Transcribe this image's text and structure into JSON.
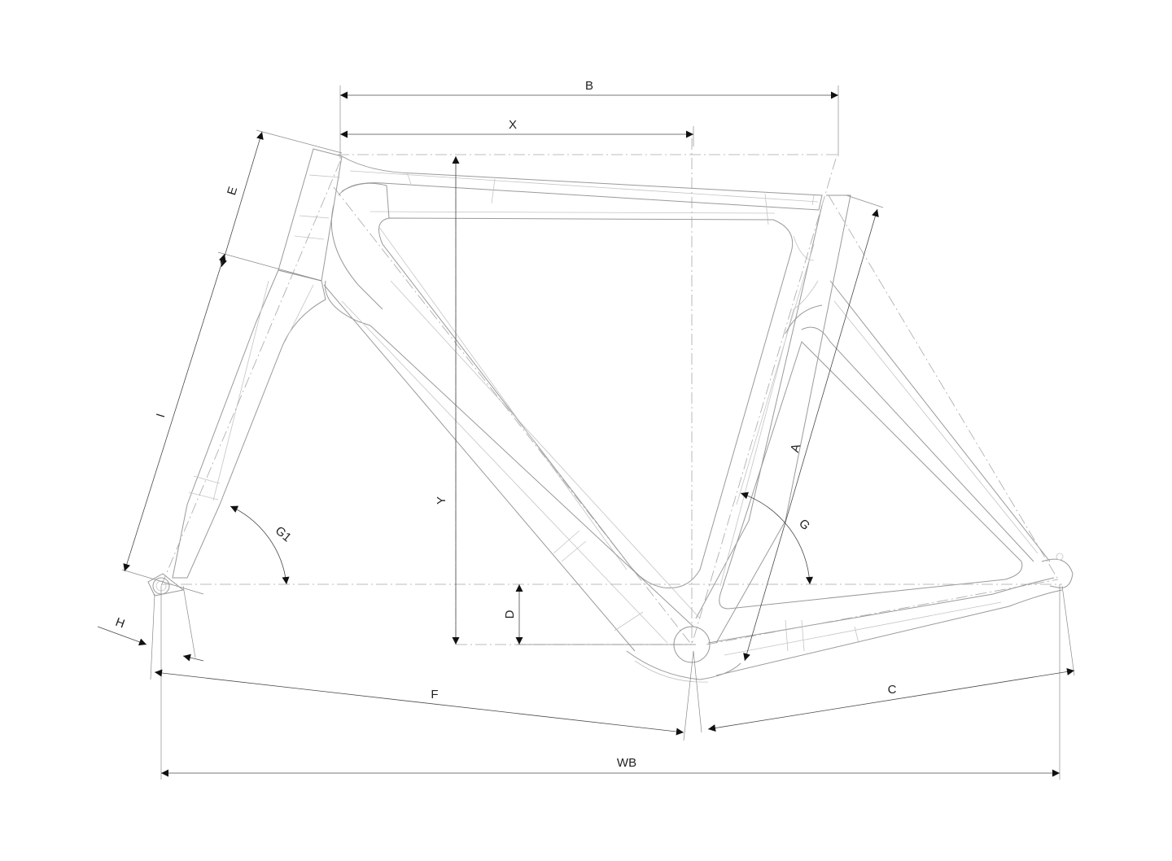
{
  "labels": {
    "B": "B",
    "X": "X",
    "E": "E",
    "I": "I",
    "G1": "G1",
    "Y": "Y",
    "A": "A",
    "G": "G",
    "D": "D",
    "H": "H",
    "F": "F",
    "C": "C",
    "WB": "WB"
  }
}
